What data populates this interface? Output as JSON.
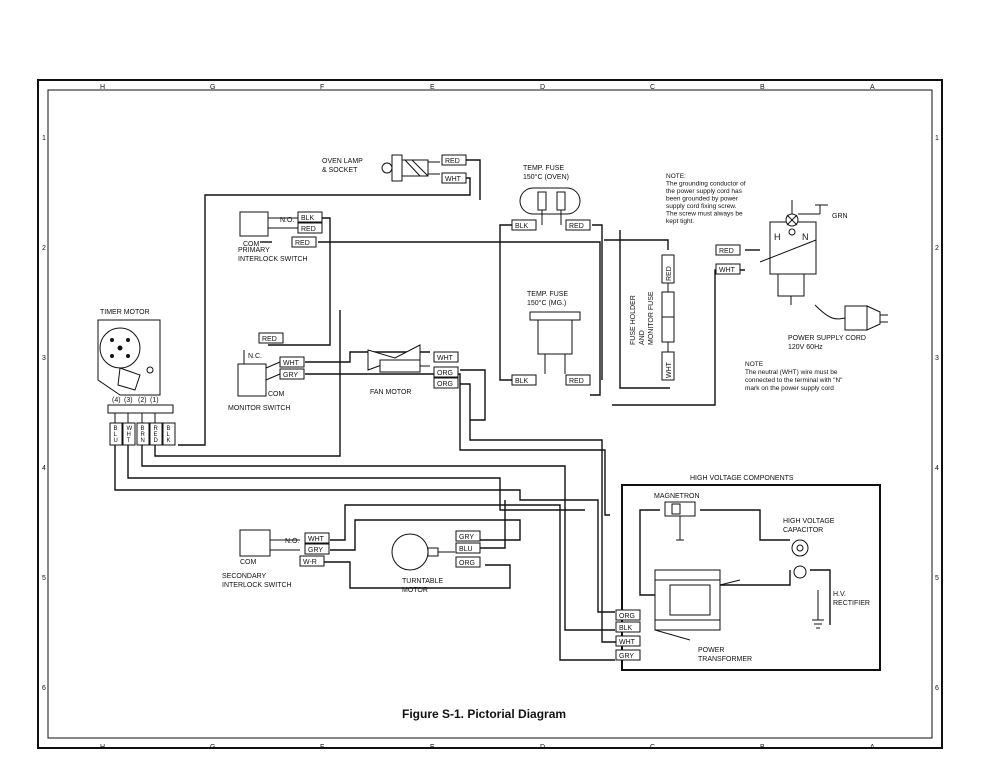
{
  "figure_title": "Figure S-1. Pictorial Diagram",
  "grid": {
    "columns": [
      "H",
      "G",
      "F",
      "E",
      "D",
      "C",
      "B",
      "A"
    ],
    "rows": [
      "1",
      "2",
      "3",
      "4",
      "5",
      "6"
    ]
  },
  "components": {
    "oven_lamp": "OVEN LAMP\n& SOCKET",
    "temp_fuse_top": "TEMP. FUSE\n150°C (OVEN)",
    "note1": "NOTE:\nThe grounding conductor of\nthe power supply cord has\nbeen grounded by power\nsupply cord fixing screw.\nThe screw must always be\nkept tight.",
    "grn": "GRN",
    "h": "H",
    "n": "N",
    "primary_switch": "PRIMARY\nINTERLOCK SWITCH",
    "timer_motor": "TIMER MOTOR",
    "temp_fuse_mg": "TEMP. FUSE\n150°C (MG.)",
    "fuse_holder": "FUSE HOLDER\nAND\nMONITOR FUSE",
    "power_cord": "POWER SUPPLY CORD\n120V 60Hz",
    "note2": "NOTE\nThe neutral (WHT) wire must be\nconnected to the terminal with \"N\"\nmark on the power supply cord",
    "fan_motor": "FAN MOTOR",
    "monitor_switch": "MONITOR SWITCH",
    "hv_components": "HIGH VOLTAGE COMPONENTS",
    "magnetron": "MAGNETRON",
    "hv_capacitor": "HIGH VOLTAGE\nCAPACITOR",
    "hv_rectifier": "H.V.\nRECTIFIER",
    "secondary_switch": "SECONDARY\nINTERLOCK SWITCH",
    "turntable_motor": "TURNTABLE\nMOTOR",
    "power_transformer": "POWER\nTRANSFORMER"
  },
  "terminals": {
    "no": "N.O.",
    "com": "COM",
    "nc": "N.C."
  },
  "timer_pins": [
    "(4)",
    "(3)",
    "(2)",
    "(1)"
  ],
  "timer_terminals": [
    "B L U",
    "W H T",
    "B R N",
    "R E D",
    "B L K"
  ],
  "wire_tags": {
    "lamp_red": "RED",
    "lamp_wht": "WHT",
    "primary_blk": "BLK",
    "primary_red": "RED",
    "primary_com_red": "RED",
    "tf_blk": "BLK",
    "tf_red": "RED",
    "cord_red": "RED",
    "cord_wht": "WHT",
    "fuse_red": "RED",
    "fuse_wht": "WHT",
    "mon_red": "RED",
    "mon_wht": "WHT",
    "mon_gry": "GRY",
    "fan_wht": "WHT",
    "fan_org": "ORG",
    "fan_org2": "ORG",
    "mg_blk": "BLK",
    "mg_red": "RED",
    "sec_wht": "WHT",
    "sec_gry": "GRY",
    "sec_wr": "W-R",
    "tt_gry": "GRY",
    "tt_blu": "BLU",
    "tt_org": "ORG",
    "tr_org": "ORG",
    "tr_blk": "BLK",
    "tr_wht": "WHT",
    "tr_gry": "GRY"
  }
}
